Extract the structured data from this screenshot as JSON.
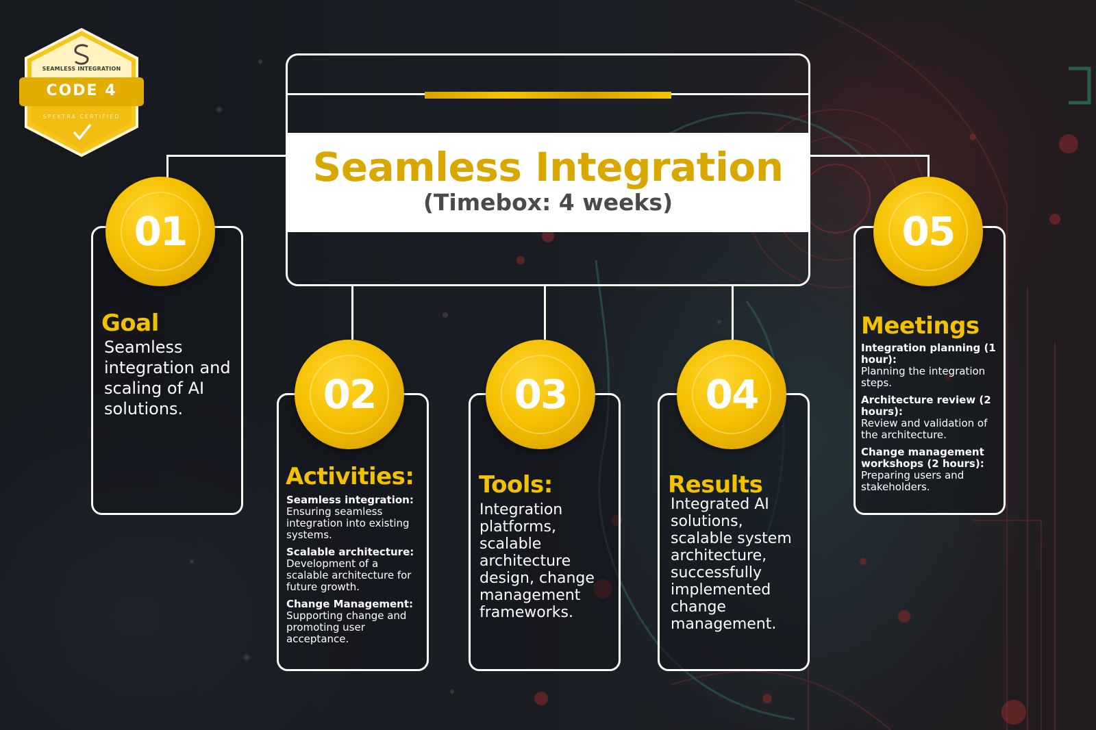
{
  "badge": {
    "subtitle": "SEAMLESS INTEGRATION",
    "code": "CODE 4",
    "certified": "SPEKTRA CERTIFIED"
  },
  "header": {
    "title": "Seamless Integration",
    "subtitle": "(Timebox: 4 weeks)"
  },
  "colors": {
    "accent": "#f2c200",
    "background": "#15181d",
    "card_border": "#ffffff"
  },
  "cards": [
    {
      "number": "01",
      "heading": "Goal",
      "text": "Seamless integration and scaling of AI solutions."
    },
    {
      "number": "02",
      "heading": "Activities:",
      "items": [
        {
          "title": "Seamless integration:",
          "desc": "Ensuring seamless integration into existing systems."
        },
        {
          "title": "Scalable architecture:",
          "desc": "Development of a scalable architecture for future growth."
        },
        {
          "title": "Change Management:",
          "desc": "Supporting change and promoting user acceptance."
        }
      ]
    },
    {
      "number": "03",
      "heading": "Tools:",
      "text": "Integration platforms, scalable architecture design, change management frameworks."
    },
    {
      "number": "04",
      "heading": "Results",
      "text": "Integrated AI solutions, scalable system architecture, successfully implemented change management."
    },
    {
      "number": "05",
      "heading": "Meetings",
      "items": [
        {
          "title": "Integration planning (1 hour):",
          "desc": "Planning the integration steps."
        },
        {
          "title": "Architecture review (2 hours):",
          "desc": "Review and validation of the architecture."
        },
        {
          "title": "Change management workshops (2 hours):",
          "desc": "Preparing users and stakeholders."
        }
      ]
    }
  ]
}
